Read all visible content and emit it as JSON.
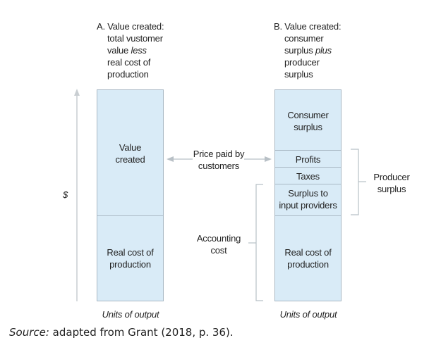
{
  "panel_a": {
    "heading": [
      "A. Value created:",
      "total vustomer",
      "value",
      "less",
      "real cost of",
      "production"
    ],
    "value_created": [
      "Value",
      "created"
    ],
    "real_cost": [
      "Real cost of",
      "production"
    ],
    "axis_label": "Units of output"
  },
  "panel_b": {
    "heading": [
      "B. Value created:",
      "consumer",
      "surplus",
      "plus",
      "producer",
      "surplus"
    ],
    "consumer_surplus": [
      "Consumer",
      "surplus"
    ],
    "profits": "Profits",
    "taxes": "Taxes",
    "surplus_input": [
      "Surplus to",
      "input providers"
    ],
    "real_cost": [
      "Real cost of",
      "production"
    ],
    "axis_label": "Units of output"
  },
  "middle": {
    "price_paid": [
      "Price paid by",
      "customers"
    ],
    "accounting_cost": [
      "Accounting",
      "cost"
    ]
  },
  "producer_surplus": [
    "Producer",
    "surplus"
  ],
  "y_axis_label": "$",
  "source": {
    "label": "Source:",
    "text": " adapted from Grant (2018, p. 36)."
  }
}
